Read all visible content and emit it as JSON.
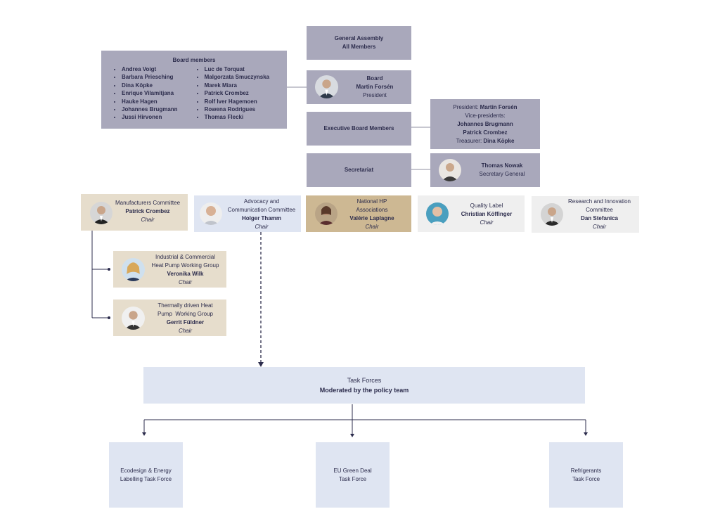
{
  "general_assembly": {
    "line1": "General Assembly",
    "line2": "All Members"
  },
  "board_members": {
    "title": "Board members",
    "col1": [
      "Andrea Voigt",
      "Barbara Priesching",
      "Dina Köpke",
      "Enrique Vilamitjana",
      "Hauke Hagen",
      "Johannes Brugmann",
      "Jussi Hirvonen"
    ],
    "col2": [
      "Luc de Torquat",
      "Malgorzata Smuczynska",
      "Marek Miara",
      "Patrick Crombez",
      "Rolf Iver Hagemoen",
      "Rowena Rodrigues",
      "Thomas Flecki"
    ]
  },
  "board": {
    "title": "Board",
    "name": "Martin Forsén",
    "role": "President"
  },
  "executive": {
    "label": "Executive Board Members"
  },
  "exec_details": {
    "president_label": "President:",
    "president_name": "Martin Forsén",
    "vp_label": "Vice-presidents:",
    "vp1": "Johannes Brugmann",
    "vp2": "Patrick Crombez",
    "treasurer_label": "Treasurer:",
    "treasurer_name": "Dina Köpke"
  },
  "secretariat": {
    "label": "Secretariat"
  },
  "secretary": {
    "name": "Thomas Nowak",
    "role": "Secretary General"
  },
  "committees": [
    {
      "title": "Manufacturers Committee",
      "name": "Patrick Crombez",
      "role": "Chair"
    },
    {
      "title1": "Advocacy and",
      "title2": "Communication Committee",
      "name": "Holger Thamm",
      "role": "Chair"
    },
    {
      "title1": "National HP",
      "title2": "Associations",
      "name": "Valérie Laplagne",
      "role": "Chair"
    },
    {
      "title": "Quality Label",
      "name": "Christian Köffinger",
      "role": "Chair"
    },
    {
      "title1": "Research and Innovation",
      "title2": "Committee",
      "name": "Dan Stefanica",
      "role": "Chair"
    }
  ],
  "working_groups": [
    {
      "title1": "Industrial & Commercial",
      "title2": "Heat Pump Working Group",
      "name": "Veronika Wilk",
      "role": "Chair"
    },
    {
      "title1": "Thermally driven Heat",
      "title2": "Pump  Working Group",
      "name": "Gerrit Füldner",
      "role": "Chair"
    }
  ],
  "task_forces": {
    "title": "Task Forces",
    "subtitle": "Moderated by the policy team"
  },
  "task_force_items": [
    {
      "line1": "Ecodesign & Energy",
      "line2": "Labelling Task Force"
    },
    {
      "line1": "EU Green Deal",
      "line2": "Task Force"
    },
    {
      "line1": "Refrigerants",
      "line2": "Task Force"
    }
  ],
  "colors": {
    "grey": "#a9a8bb",
    "tan": "#e6ddcc",
    "blue": "#dfe5f2",
    "gold": "#cdb893",
    "light": "#efefef",
    "line": "#2c2c4c"
  }
}
